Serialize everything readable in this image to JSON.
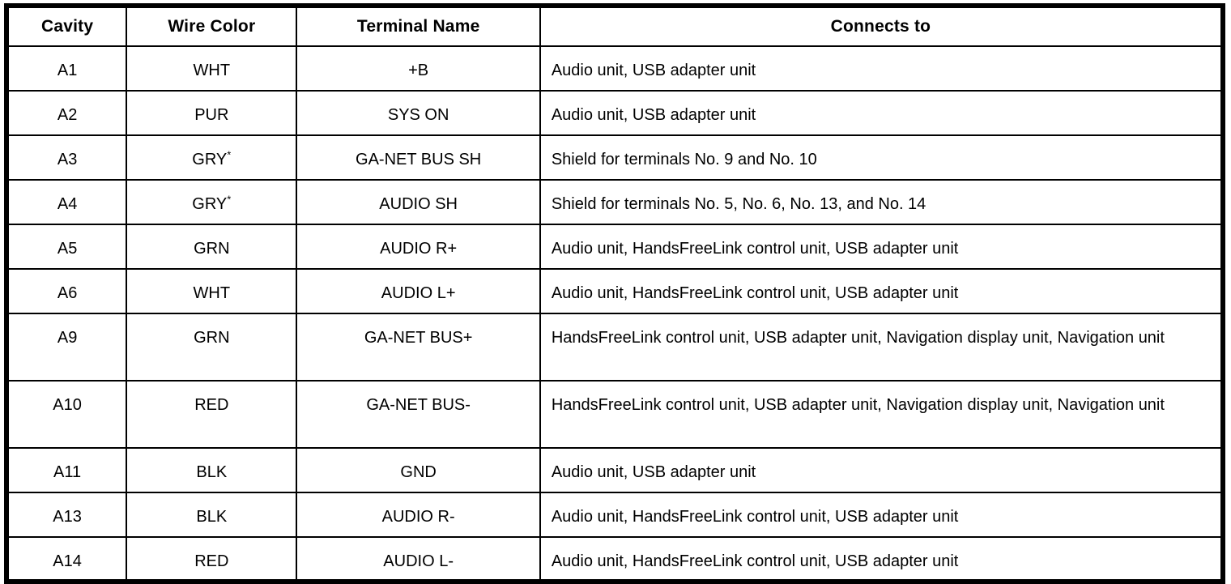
{
  "table": {
    "title": "connector-pinout-table",
    "colors": {
      "border": "#000000",
      "background": "#ffffff",
      "text": "#000000"
    },
    "headers": {
      "cavity": "Cavity",
      "wire_color": "Wire Color",
      "terminal": "Terminal Name",
      "connects_to": "Connects to"
    },
    "rows": [
      {
        "cavity": "A1",
        "wire_color": "WHT",
        "wire_note": "",
        "terminal": "+B",
        "connects_to": "Audio unit, USB adapter unit"
      },
      {
        "cavity": "A2",
        "wire_color": "PUR",
        "wire_note": "",
        "terminal": "SYS ON",
        "connects_to": "Audio unit, USB adapter unit"
      },
      {
        "cavity": "A3",
        "wire_color": "GRY",
        "wire_note": "*",
        "terminal": "GA-NET BUS SH",
        "connects_to": "Shield for terminals No. 9 and No. 10"
      },
      {
        "cavity": "A4",
        "wire_color": "GRY",
        "wire_note": "*",
        "terminal": "AUDIO SH",
        "connects_to": "Shield for terminals No. 5, No. 6, No. 13, and No. 14"
      },
      {
        "cavity": "A5",
        "wire_color": "GRN",
        "wire_note": "",
        "terminal": "AUDIO R+",
        "connects_to": "Audio unit, HandsFreeLink control unit, USB adapter unit"
      },
      {
        "cavity": "A6",
        "wire_color": "WHT",
        "wire_note": "",
        "terminal": "AUDIO L+",
        "connects_to": "Audio unit, HandsFreeLink control unit, USB adapter unit"
      },
      {
        "cavity": "A9",
        "wire_color": "GRN",
        "wire_note": "",
        "terminal": "GA-NET BUS+",
        "connects_to": "HandsFreeLink control unit, USB adapter unit, Navigation display unit, Navigation unit"
      },
      {
        "cavity": "A10",
        "wire_color": "RED",
        "wire_note": "",
        "terminal": "GA-NET BUS-",
        "connects_to": "HandsFreeLink control unit, USB adapter unit, Navigation display unit, Navigation unit"
      },
      {
        "cavity": "A11",
        "wire_color": "BLK",
        "wire_note": "",
        "terminal": "GND",
        "connects_to": "Audio unit, USB adapter unit"
      },
      {
        "cavity": "A13",
        "wire_color": "BLK",
        "wire_note": "",
        "terminal": "AUDIO R-",
        "connects_to": "Audio unit, HandsFreeLink control unit, USB adapter unit"
      },
      {
        "cavity": "A14",
        "wire_color": "RED",
        "wire_note": "",
        "terminal": "AUDIO L-",
        "connects_to": "Audio unit, HandsFreeLink control unit, USB adapter unit"
      }
    ]
  }
}
